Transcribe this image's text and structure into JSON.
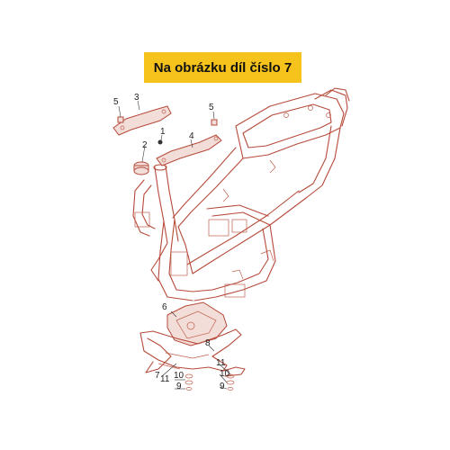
{
  "banner": {
    "title": "Na obrázku díl číslo 7"
  },
  "colors": {
    "banner_bg": "#f6c21c",
    "line_art": "#b64a3a"
  },
  "callouts": [
    {
      "id": "c5a",
      "label": "5"
    },
    {
      "id": "c3",
      "label": "3"
    },
    {
      "id": "c5b",
      "label": "5"
    },
    {
      "id": "c1",
      "label": "1"
    },
    {
      "id": "c2",
      "label": "2"
    },
    {
      "id": "c4",
      "label": "4"
    },
    {
      "id": "c6",
      "label": "6"
    },
    {
      "id": "c8",
      "label": "8"
    },
    {
      "id": "c11a",
      "label": "11"
    },
    {
      "id": "c10a",
      "label": "10"
    },
    {
      "id": "c9a",
      "label": "9"
    },
    {
      "id": "c7",
      "label": "7"
    },
    {
      "id": "c11b",
      "label": "11"
    },
    {
      "id": "c10b",
      "label": "10"
    },
    {
      "id": "c9b",
      "label": "9"
    }
  ]
}
